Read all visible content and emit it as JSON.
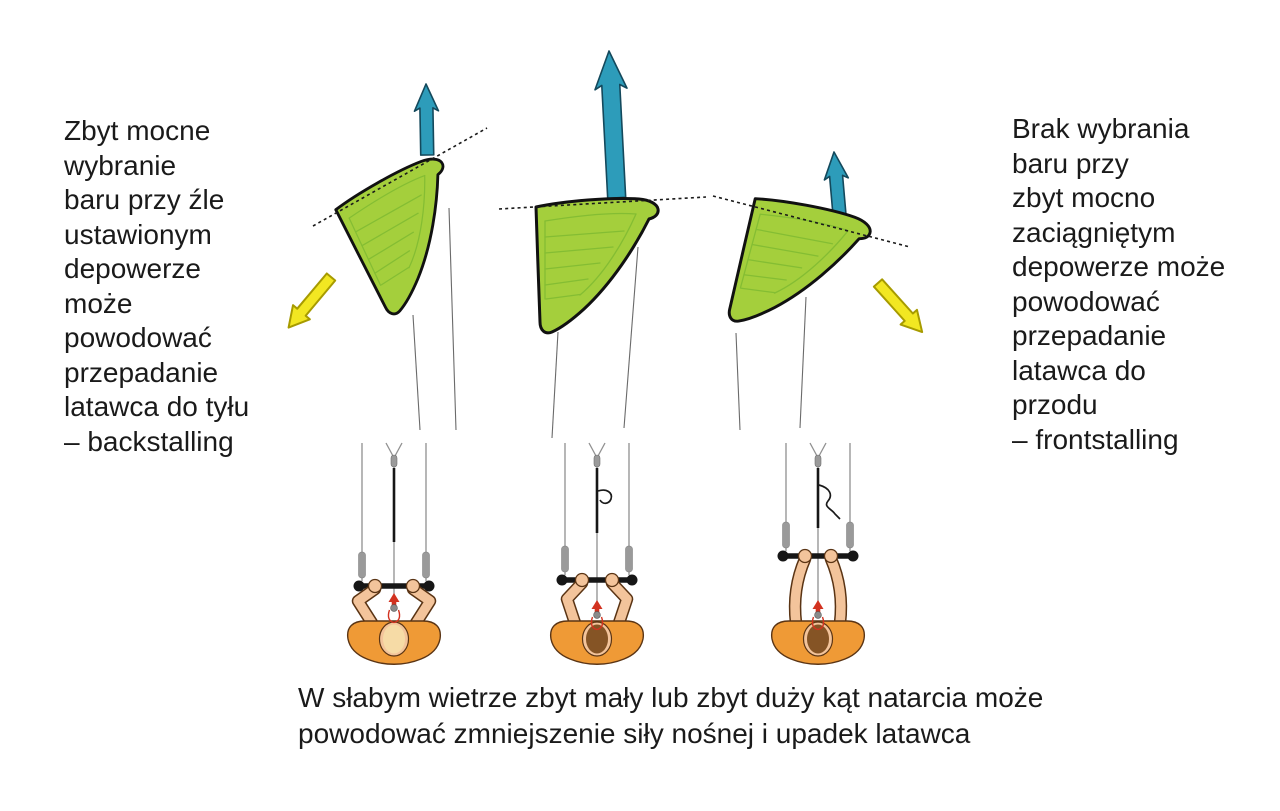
{
  "captions": {
    "left": "Zbyt mocne\nwybranie\nbaru przy źle\nustawionym\ndepowerze\nmoże\npowodować\nprzepadanie\nlatawca do tyłu\n– backstalling",
    "right": "Brak wybrania\nbaru przy\nzbyt mocno\nzaciągniętym\ndepowerze może\npowodować\nprzepadanie\nlatawca do\nprzodu\n– frontstalling",
    "bottom": "W słabym wietrze zbyt mały lub zbyt duży kąt natarcia może\npowodować zmniejszenie siły nośnej i upadek latawca"
  },
  "figures": {
    "left_scene": {
      "kite": "kite-profile-high-angle-of-attack",
      "lift_arrow": "small-up-arrow",
      "fall_arrow": "down-left-arrow"
    },
    "middle_scene": {
      "kite": "kite-profile-level",
      "lift_arrow": "large-up-arrow"
    },
    "right_scene": {
      "kite": "kite-profile-negative-angle-of-attack",
      "lift_arrow": "small-up-arrow",
      "fall_arrow": "down-right-arrow"
    },
    "riders": [
      {
        "name": "rider-bar-pulled-in"
      },
      {
        "name": "rider-bar-mid-depower-hooked"
      },
      {
        "name": "rider-bar-fully-extended"
      }
    ]
  },
  "colors": {
    "background": "#ffffff",
    "text": "#1a1a1a",
    "kite-green": "#a4cf3c",
    "rib-green": "#84bd33",
    "kite-outline": "#111111",
    "lift-blue": "#2d9cba",
    "lift-outline": "#14495c",
    "fall-yellow": "#f2e722",
    "fall-outline": "#a79b00",
    "line-gray": "#909090",
    "bridle-gray": "#6a6a6a",
    "bar-black": "#161616",
    "sleeve-gray": "#9a9a9a",
    "skin": "#f3c49b",
    "skin-outline": "#5a3414",
    "shirt-orange": "#ef9a36",
    "head-light": "#f6dba6",
    "hair-brown": "#855425",
    "red-indicator": "#d23220"
  }
}
